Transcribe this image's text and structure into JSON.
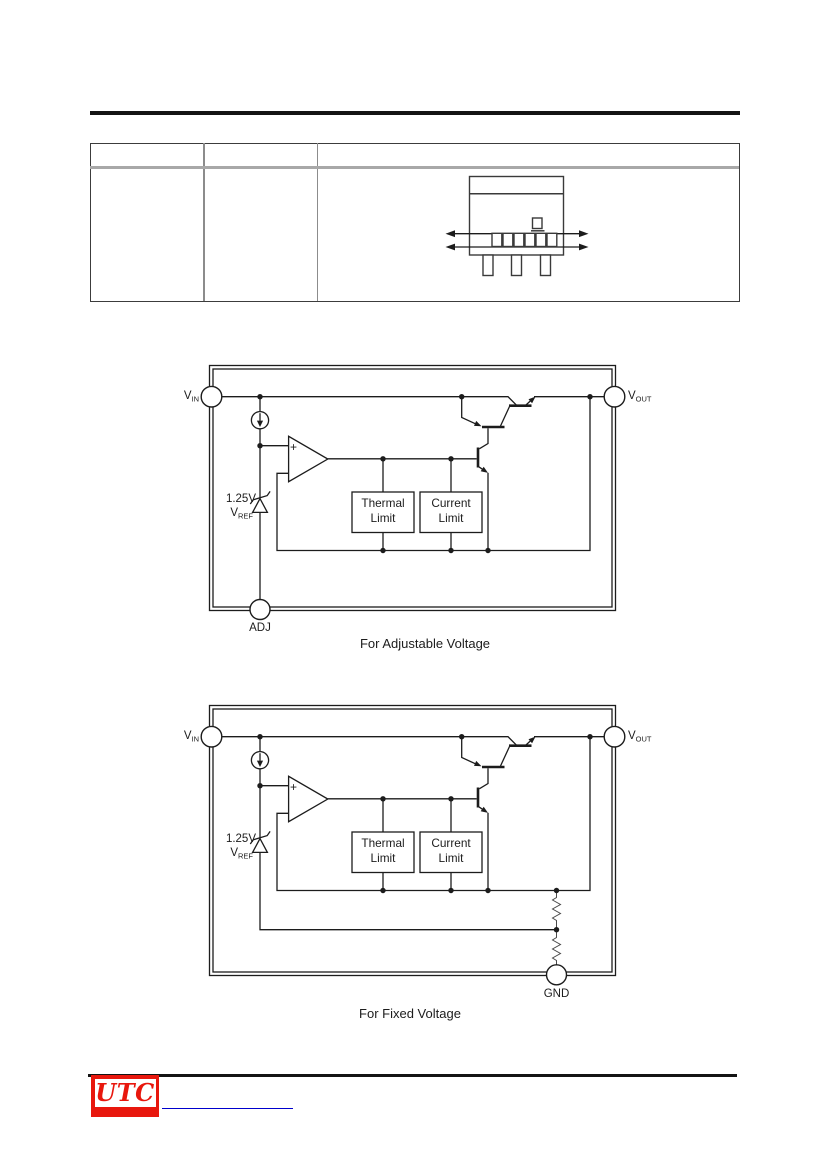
{
  "table": {
    "columns": 3,
    "rows": 1
  },
  "package_drawing": {
    "icon": "to-220-package-with-marking-boxes",
    "marking_boxes": 6,
    "arrows": 2,
    "leads": 3
  },
  "diagrams": {
    "adjustable": {
      "caption": "For Adjustable Voltage",
      "vin": {
        "base": "V",
        "sub": "IN"
      },
      "vout": {
        "base": "V",
        "sub": "OUT"
      },
      "ref_value": "1.25V",
      "vref": {
        "base": "V",
        "sub": "REF"
      },
      "opamp_plus": "+",
      "thermal_limit": {
        "line1": "Thermal",
        "line2": "Limit"
      },
      "current_limit": {
        "line1": "Current",
        "line2": "Limit"
      },
      "adj_pin": "ADJ"
    },
    "fixed": {
      "caption": "For Fixed Voltage",
      "vin": {
        "base": "V",
        "sub": "IN"
      },
      "vout": {
        "base": "V",
        "sub": "OUT"
      },
      "ref_value": "1.25V",
      "vref": {
        "base": "V",
        "sub": "REF"
      },
      "opamp_plus": "+",
      "thermal_limit": {
        "line1": "Thermal",
        "line2": "Limit"
      },
      "current_limit": {
        "line1": "Current",
        "line2": "Limit"
      },
      "gnd_pin": "GND"
    }
  },
  "footer": {
    "logo_text": "UTC"
  },
  "colors": {
    "line": "#1c1c1c",
    "logo_red": "#e8170d",
    "link_blue": "#0000cc",
    "table_border": "#3c3c3c",
    "table_inner": "#8c8c8c",
    "table_header_sep": "#a8a8a8"
  }
}
